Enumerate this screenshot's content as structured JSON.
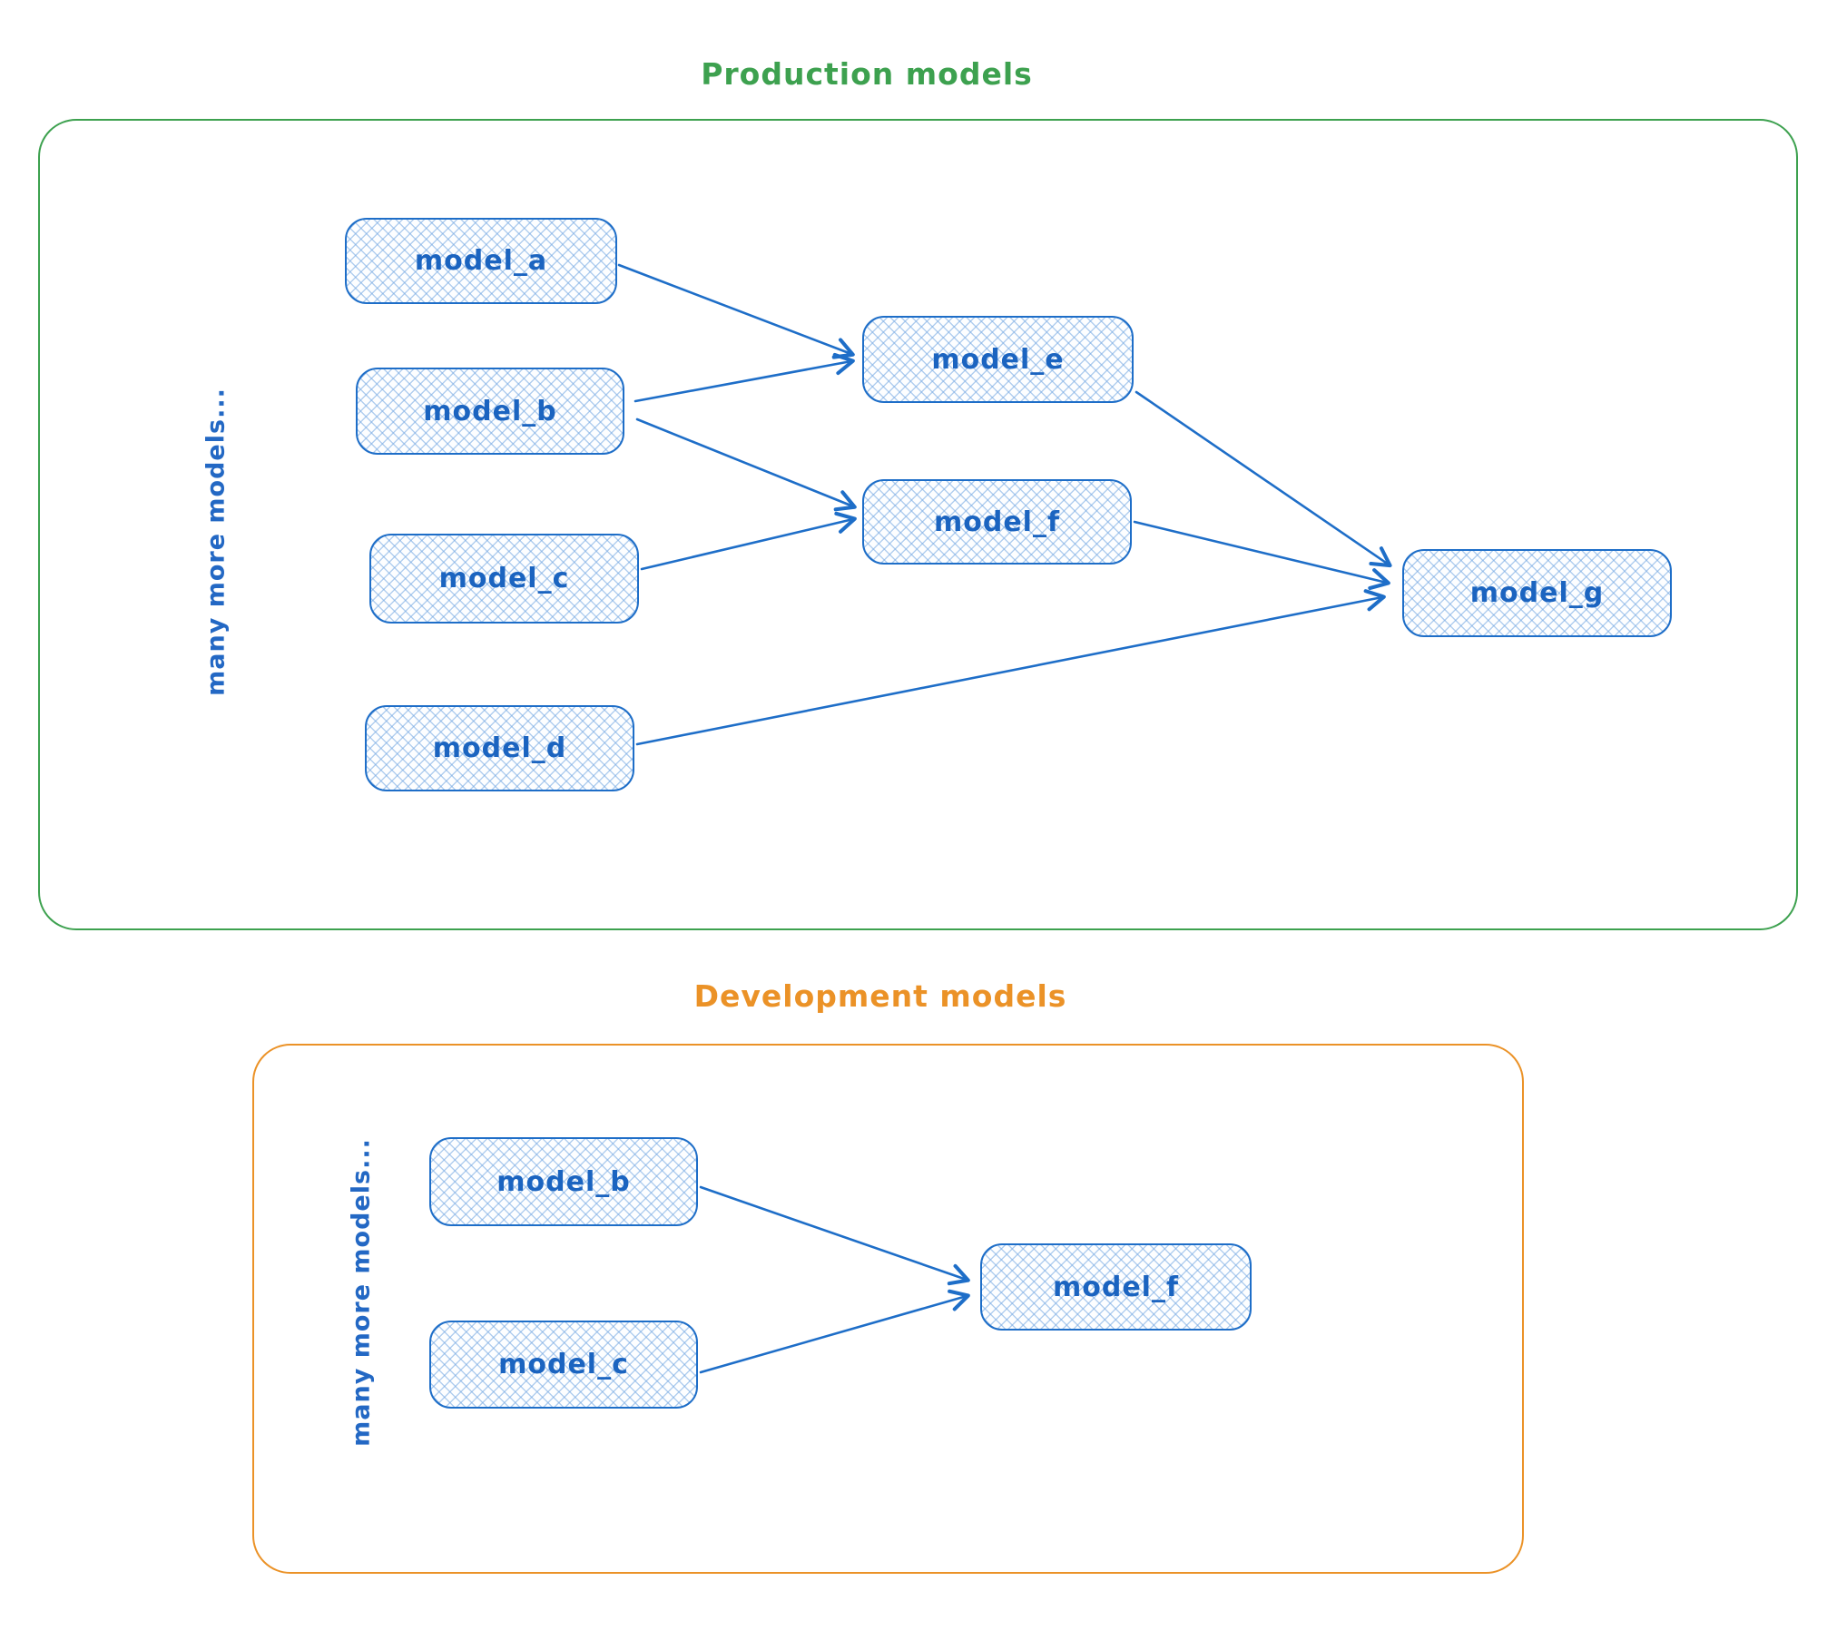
{
  "colors": {
    "node_stroke": "#1e6ec8",
    "node_text": "#1b64c0",
    "node_hatch": "#a9cdf0",
    "production_accent": "#3da14f",
    "development_accent": "#eb9227"
  },
  "production": {
    "title": "Production models",
    "side_label": "many more models...",
    "nodes": [
      {
        "id": "model_a",
        "label": "model_a"
      },
      {
        "id": "model_b",
        "label": "model_b"
      },
      {
        "id": "model_c",
        "label": "model_c"
      },
      {
        "id": "model_d",
        "label": "model_d"
      },
      {
        "id": "model_e",
        "label": "model_e"
      },
      {
        "id": "model_f",
        "label": "model_f"
      },
      {
        "id": "model_g",
        "label": "model_g"
      }
    ],
    "edges": [
      {
        "from": "model_a",
        "to": "model_e"
      },
      {
        "from": "model_b",
        "to": "model_e"
      },
      {
        "from": "model_b",
        "to": "model_f"
      },
      {
        "from": "model_c",
        "to": "model_f"
      },
      {
        "from": "model_e",
        "to": "model_g"
      },
      {
        "from": "model_f",
        "to": "model_g"
      },
      {
        "from": "model_d",
        "to": "model_g"
      }
    ]
  },
  "development": {
    "title": "Development models",
    "side_label": "many more models...",
    "nodes": [
      {
        "id": "dev_model_b",
        "label": "model_b"
      },
      {
        "id": "dev_model_c",
        "label": "model_c"
      },
      {
        "id": "dev_model_f",
        "label": "model_f"
      }
    ],
    "edges": [
      {
        "from": "dev_model_b",
        "to": "dev_model_f"
      },
      {
        "from": "dev_model_c",
        "to": "dev_model_f"
      }
    ]
  }
}
